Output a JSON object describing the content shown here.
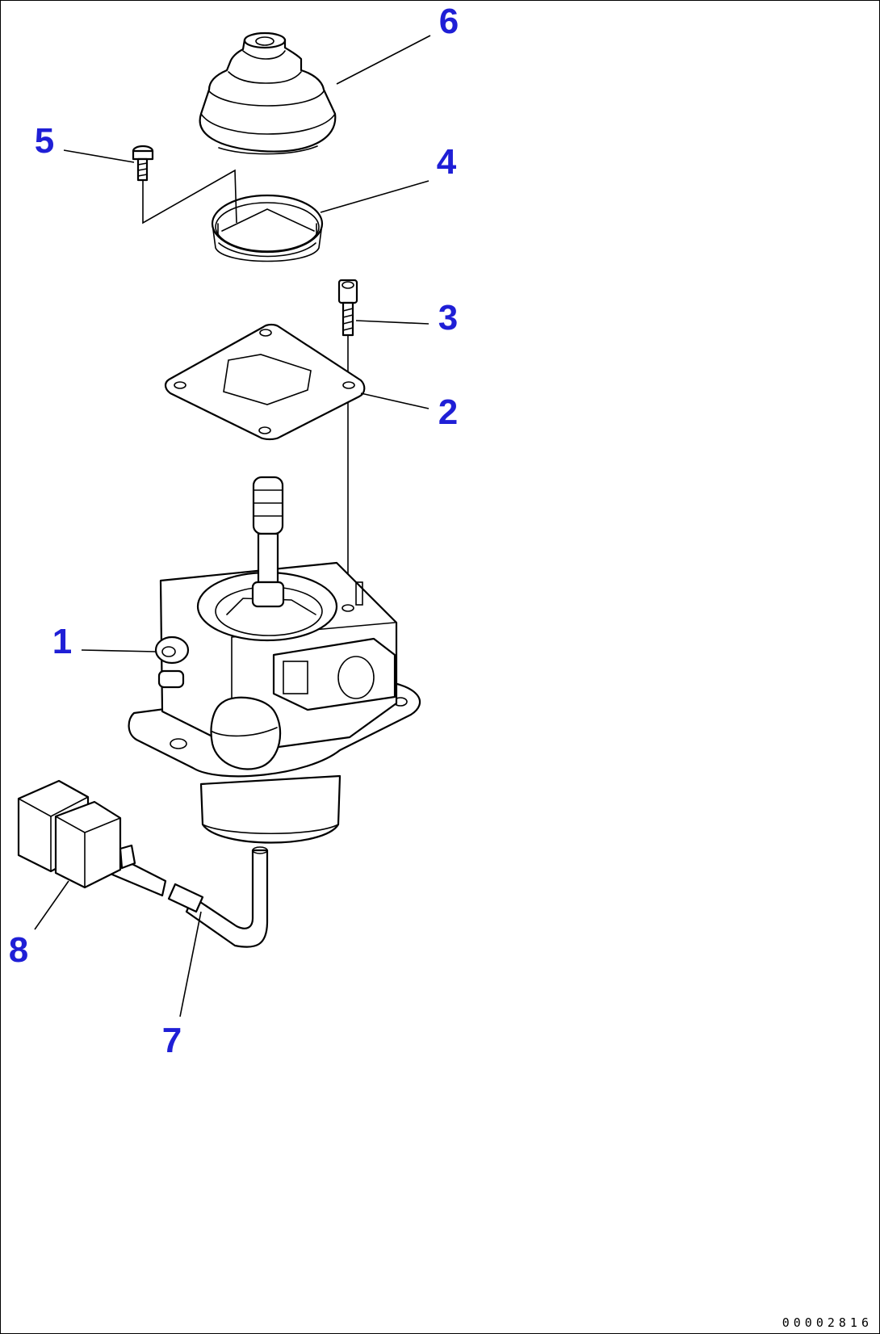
{
  "drawing": {
    "drawing_number": "00002816",
    "callout_color": "#1f1fd6",
    "callouts": [
      {
        "id": "1",
        "label": "1"
      },
      {
        "id": "2",
        "label": "2"
      },
      {
        "id": "3",
        "label": "3"
      },
      {
        "id": "4",
        "label": "4"
      },
      {
        "id": "5",
        "label": "5"
      },
      {
        "id": "6",
        "label": "6"
      },
      {
        "id": "7",
        "label": "7"
      },
      {
        "id": "8",
        "label": "8"
      }
    ]
  }
}
